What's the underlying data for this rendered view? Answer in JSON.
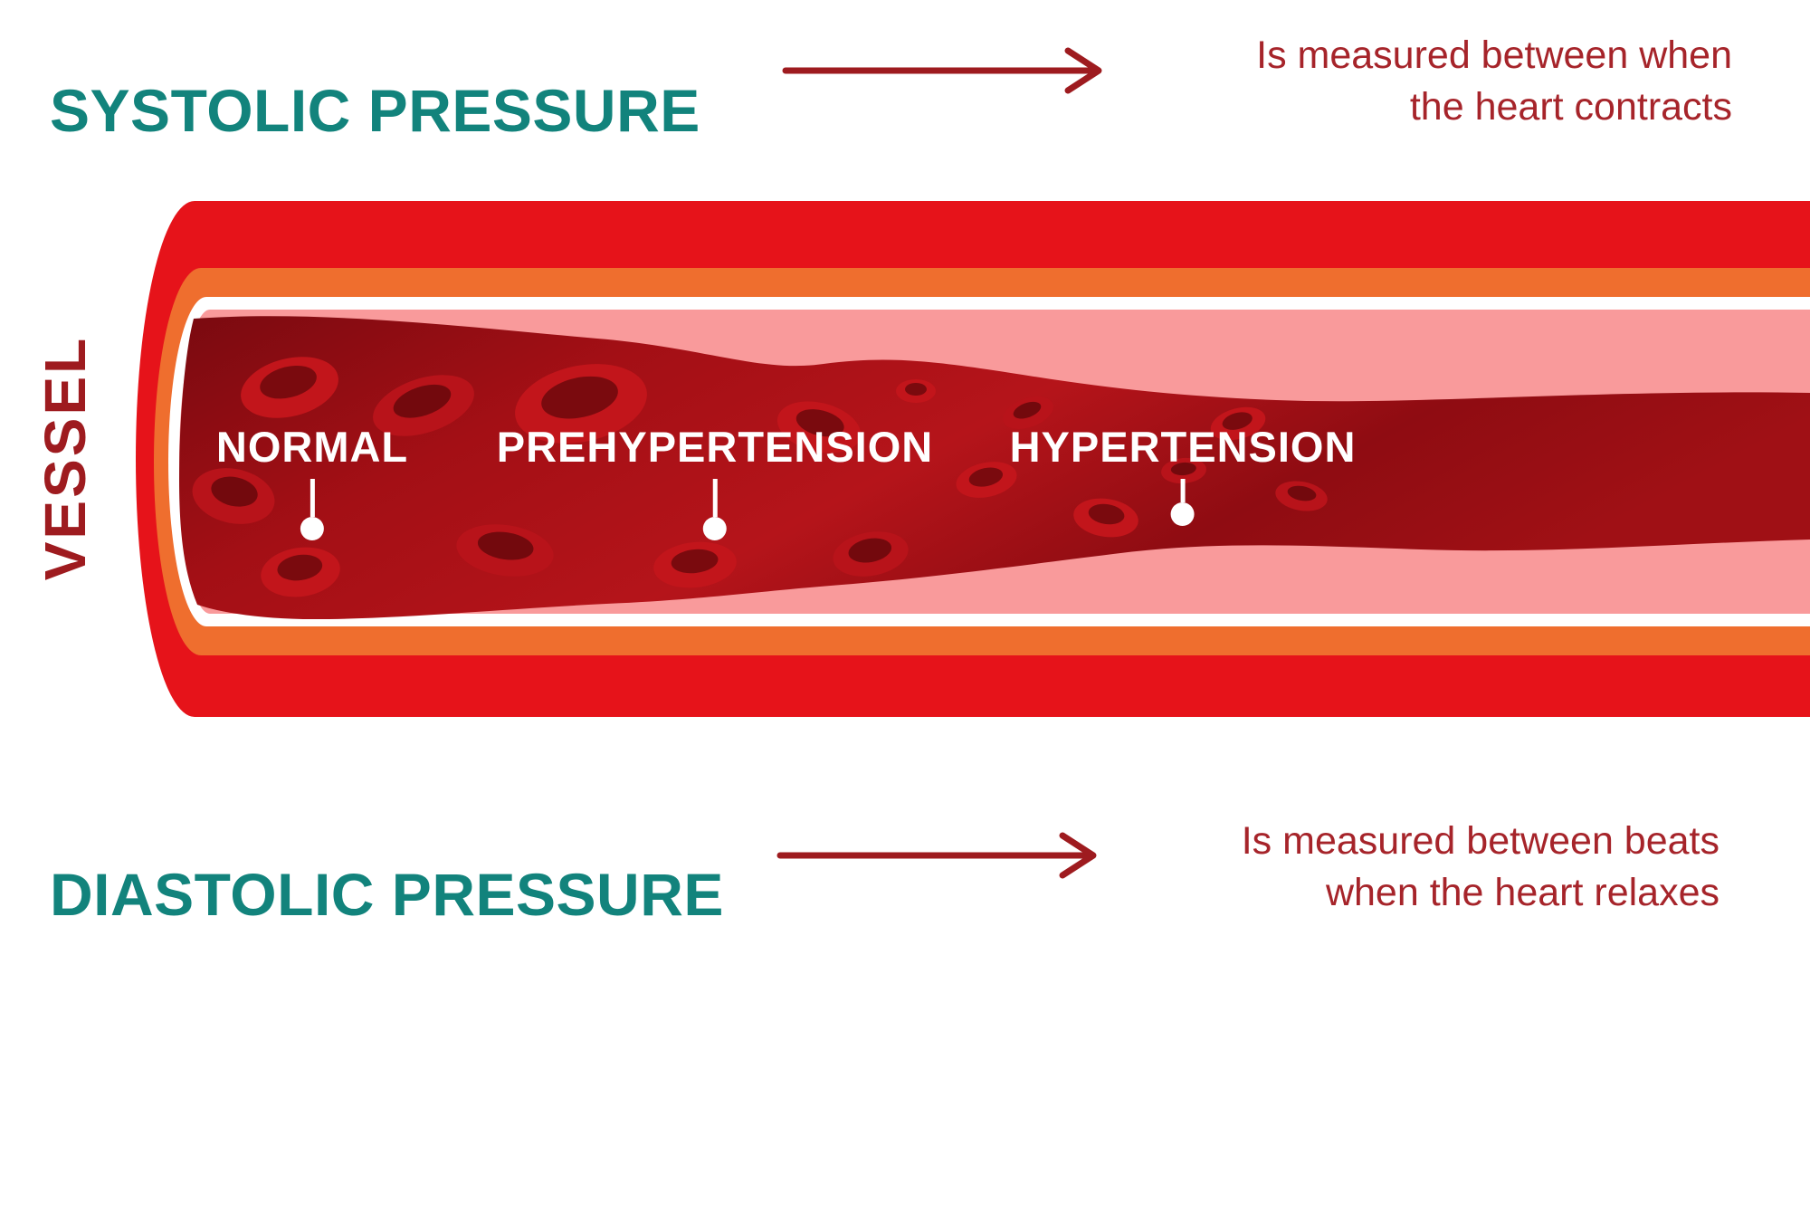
{
  "systolic": {
    "title": "SYSTOLIC PRESSURE",
    "note_line1": "Is measured between when",
    "note_line2": "the heart contracts"
  },
  "diastolic": {
    "title": "DIASTOLIC PRESSURE",
    "note_line1": "Is measured between beats",
    "note_line2": "when the heart relaxes"
  },
  "vessel": {
    "side_label": "VESSEL",
    "stages": [
      {
        "label": "NORMAL"
      },
      {
        "label": "PREHYPERTENSION"
      },
      {
        "label": "HYPERTENSION"
      }
    ]
  },
  "colors": {
    "heading_teal": "#12837C",
    "annotation_red": "#A6242A",
    "arrow_red": "#9E1B1F",
    "vessel_outer_red": "#E6131A",
    "vessel_orange": "#EF6E2E",
    "vessel_white_ring": "#FFFFFF",
    "lumen_pink": "#F99A9B",
    "blood_dark": "#7A0A10",
    "blood_bright": "#B5141A",
    "blood_cell": "#C2151B",
    "blood_cell_core": "#7A0A0E",
    "label_white": "#FFFFFF"
  }
}
